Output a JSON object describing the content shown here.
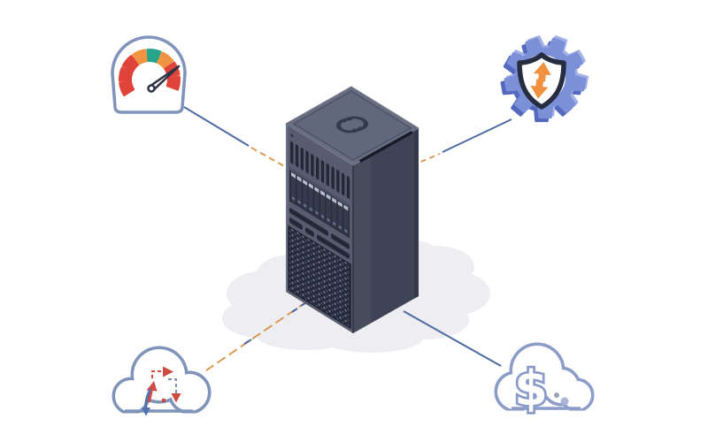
{
  "meta": {
    "description": "Isometric illustration of an on-premise server tower connected to four concept icons",
    "background": "#ffffff"
  },
  "server": {
    "label": "server-tower",
    "faces": {
      "left": "#575d6f",
      "right": "#3e4355",
      "top": "#696f81",
      "top_inset": "#61687a"
    },
    "logo": "interlocked-monogram",
    "logo_color": "#343950",
    "detail_dark": "#232838",
    "vent_slots": 12,
    "drive_modules": 10
  },
  "shadow": {
    "color": "#ededf2"
  },
  "connectors": {
    "blue": "#4d6ba1",
    "orange": "#d99a55",
    "items": [
      {
        "name": "server-to-gauge",
        "style": "solid blue + orange dashed near server"
      },
      {
        "name": "server-to-gear-shield",
        "style": "solid blue + orange dashed near server"
      },
      {
        "name": "server-to-cloud-sync",
        "style": "orange dashed with blue dashes"
      },
      {
        "name": "server-to-cloud-dollar",
        "style": "solid blue with dash near server"
      }
    ]
  },
  "icons": {
    "gauge": {
      "label": "performance-speedometer",
      "outline": "#7f93bb",
      "needle_outline": "#2d3245",
      "segments": [
        "red",
        "red",
        "red",
        "orange",
        "teal",
        "orange",
        "red",
        "red"
      ],
      "segment_hex": [
        "#e04438",
        "#e04438",
        "#e04438",
        "#f09342",
        "#27a58a",
        "#f09342",
        "#e04438",
        "#e04438"
      ],
      "red": "#e04438",
      "orange": "#f09342",
      "teal": "#27a58a"
    },
    "gear_shield": {
      "label": "security-gear-shield",
      "gear": "#7c90d8",
      "gear_dark": "#5468c0",
      "gear_light": "#a3b0e6",
      "shield_outline": "#272d40",
      "shield_fill": "#ffffff",
      "arrow": "#ef913e"
    },
    "cloud_sync": {
      "label": "cloud-migration-arrows",
      "outline": "#8094ba",
      "arrow_red": "#cf4b42",
      "arrow_blue": "#5372aa"
    },
    "cloud_dollar": {
      "label": "cloud-cost",
      "outline": "#8b9cc8",
      "symbol": "$",
      "dot_small": "#98a2bb",
      "dot_large": "#aab5d6"
    }
  }
}
